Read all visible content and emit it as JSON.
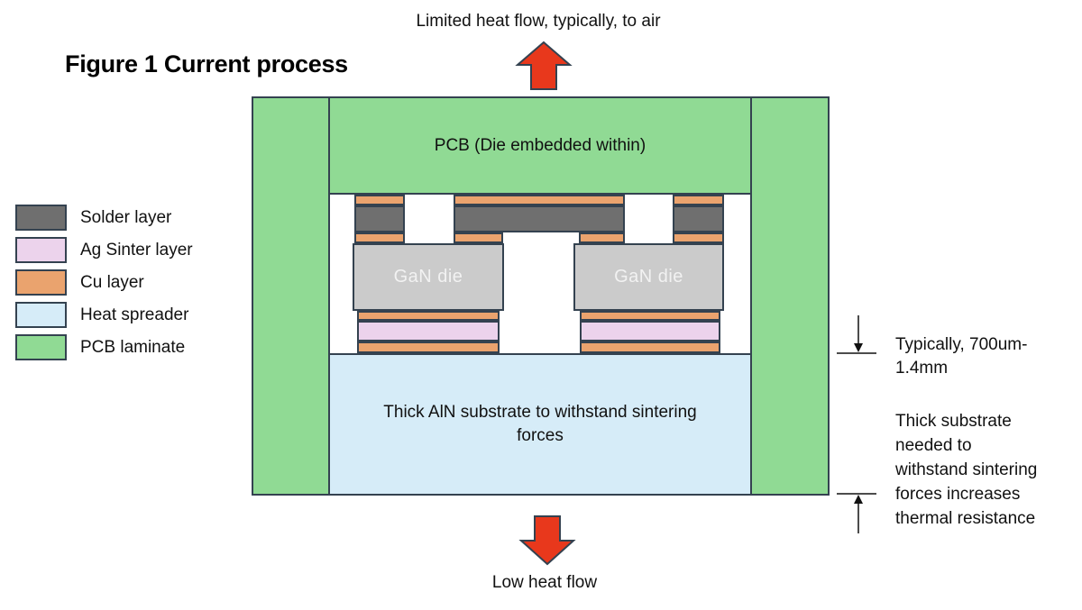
{
  "title": "Figure 1 Current process",
  "annotations": {
    "top_label": "Limited heat flow, typically, to air",
    "bottom_label": "Low heat flow",
    "thickness_lines": [
      "Typically, 700um-",
      "1.4mm"
    ],
    "note_lines": [
      "Thick substrate",
      "needed to",
      "withstand sintering",
      "forces increases",
      "thermal resistance"
    ]
  },
  "diagram": {
    "pcb_label": "PCB (Die embedded within)",
    "substrate_label": "Thick AlN substrate to withstand sintering forces",
    "dies": [
      {
        "label": "GaN die"
      },
      {
        "label": "GaN die"
      }
    ]
  },
  "legend": {
    "items": [
      {
        "label": "Solder layer",
        "color": "#6f6f6f",
        "color_key": "solder_gray"
      },
      {
        "label": "Ag Sinter layer",
        "color": "#ecd3ec",
        "color_key": "ag_pink"
      },
      {
        "label": "Cu layer",
        "color": "#eaa36e",
        "color_key": "cu_orange"
      },
      {
        "label": "Heat spreader",
        "color": "#d6ecf8",
        "color_key": "spreader_blue"
      },
      {
        "label": "PCB laminate",
        "color": "#90da94",
        "color_key": "pcb_green"
      }
    ]
  },
  "colors": {
    "pcb_green": "#90da94",
    "solder_gray": "#6f6f6f",
    "cu_orange": "#eaa36e",
    "ag_pink": "#ecd3ec",
    "spreader_blue": "#d6ecf8",
    "die_gray": "#cbcbcb",
    "die_text": "#f2f2f2",
    "arrow_red": "#e8381c",
    "border": "#344250",
    "text": "#111111"
  }
}
